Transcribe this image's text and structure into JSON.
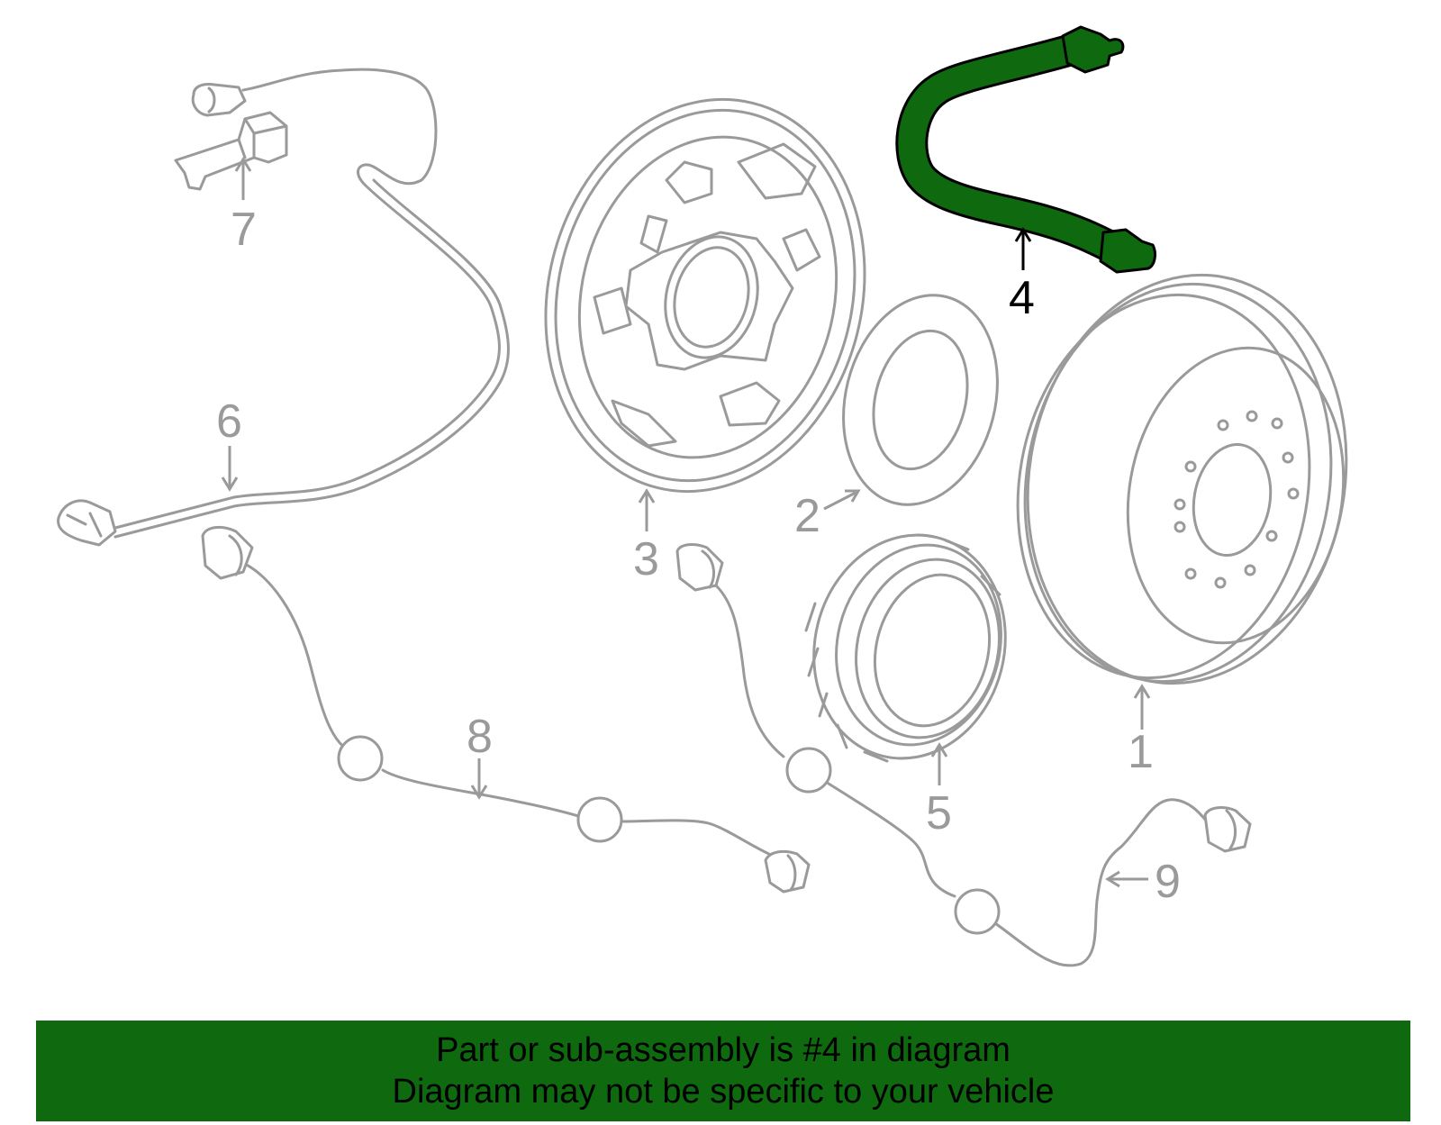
{
  "colors": {
    "highlight_part": "#0f6a0f",
    "banner_background": "#0f6a0f",
    "other_parts": "#9a9a9a",
    "background": "#ffffff"
  },
  "callouts": [
    {
      "label": "1",
      "part": "brake-drum"
    },
    {
      "label": "2",
      "part": "seal"
    },
    {
      "label": "3",
      "part": "backing-plate"
    },
    {
      "label": "4",
      "part": "brake-hose",
      "highlighted": true
    },
    {
      "label": "5",
      "part": "abs-tone-ring"
    },
    {
      "label": "6",
      "part": "sensor-wire-harness"
    },
    {
      "label": "7",
      "part": "clip"
    },
    {
      "label": "8",
      "part": "abs-sensor-cable"
    },
    {
      "label": "9",
      "part": "abs-sensor-cable"
    }
  ],
  "banner": {
    "line1": "Part or sub-assembly is #4 in diagram",
    "line2": "Diagram may not be specific to your vehicle"
  }
}
